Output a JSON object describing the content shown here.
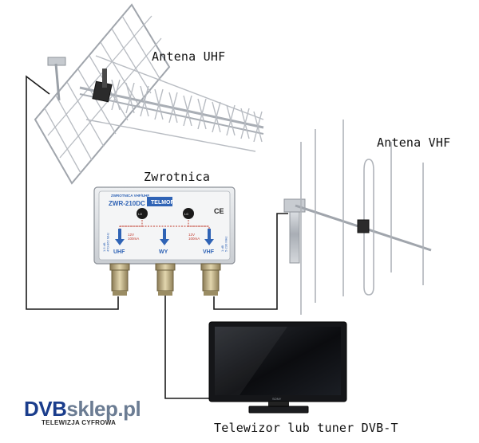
{
  "labels": {
    "uhf_antenna": "Antena UHF",
    "vhf_antenna": "Antena VHF",
    "splitter": "Zwrotnica",
    "tv": "Telewizor lub tuner DVB-T"
  },
  "splitter": {
    "title_small": "ZWROTNICA VHF/UHF",
    "model": "ZWR-210DC",
    "brand": "TELMOR",
    "ce": "CE",
    "left_spec": "1.5 dB\n470-862 MHz",
    "right_spec": "1 dB\n5-230 MHz",
    "uhf_power": "12V\n100mA",
    "vhf_power": "12V\n100mA",
    "port_uhf": "UHF",
    "port_wy": "WY",
    "port_vhf": "VHF",
    "switch_left": "I-0",
    "switch_right": "I-0"
  },
  "tv": {
    "brand": "SONY"
  },
  "logo": {
    "main_part1": "DVB",
    "main_part2": "sklep.pl",
    "tagline": "TELEWIZJA CYFROWA"
  },
  "colors": {
    "cable": "#1a1a1a",
    "antenna_metal": "#b8bcc2",
    "splitter_body": "#d9dde2",
    "splitter_label": "#2f63b5",
    "signal_arrow": "#c0392b",
    "logo_blue": "#1a3d8c",
    "logo_gray": "#6b7c93"
  }
}
